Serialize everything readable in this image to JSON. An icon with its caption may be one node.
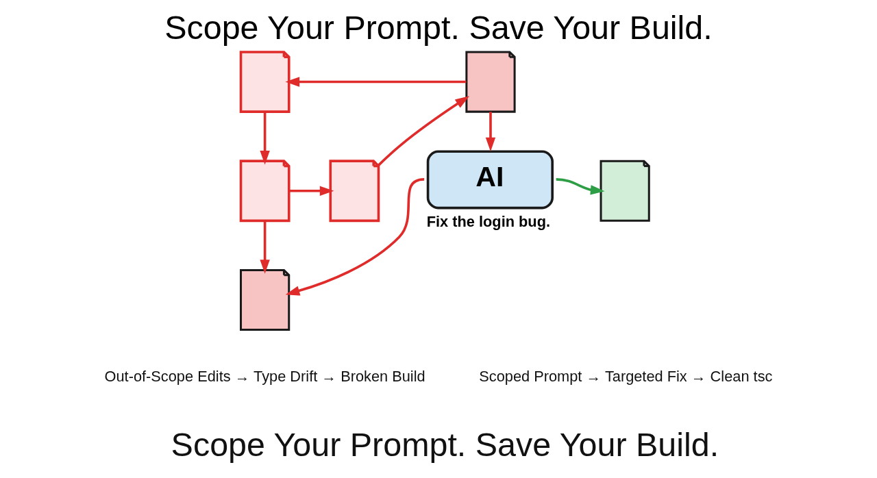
{
  "diagram": {
    "title": "Scope Your Prompt. Save Your Build.",
    "nodes": [
      {
        "text": [],
        "shape": "picture"
      },
      {
        "text": [],
        "shape": "picture"
      },
      {
        "text": [],
        "shape": "picture"
      },
      {
        "text": [],
        "shape": "picture"
      },
      {
        "text": [
          "AI"
        ],
        "beside": [
          "Fix the login bug."
        ]
      },
      {
        "text": [],
        "shape": "picture"
      },
      {
        "text": [],
        "shape": "picture"
      }
    ],
    "edges": [
      {
        "from": 1,
        "to": 0,
        "arrow": "to"
      },
      {
        "from": 0,
        "to": 2,
        "arrow": "to"
      },
      {
        "from": 2,
        "to": 3,
        "arrow": "to"
      },
      {
        "from": 3,
        "to": 1,
        "arrow": "to"
      },
      {
        "from": 1,
        "to": 4,
        "arrow": "to"
      },
      {
        "from": 4,
        "to": 6,
        "arrow": "to"
      },
      {
        "from": 2,
        "to": 6,
        "arrow": "to"
      },
      {
        "from": 4,
        "to": 5,
        "arrow": "to",
        "color": "#2e9e46"
      }
    ],
    "labels": [
      "Out-of-Scope Edits → Type Drift → Broken Build",
      "Scoped Prompt → Targeted Fix → Clean tsc",
      "Scope Your Prompt. Save Your Build."
    ]
  }
}
